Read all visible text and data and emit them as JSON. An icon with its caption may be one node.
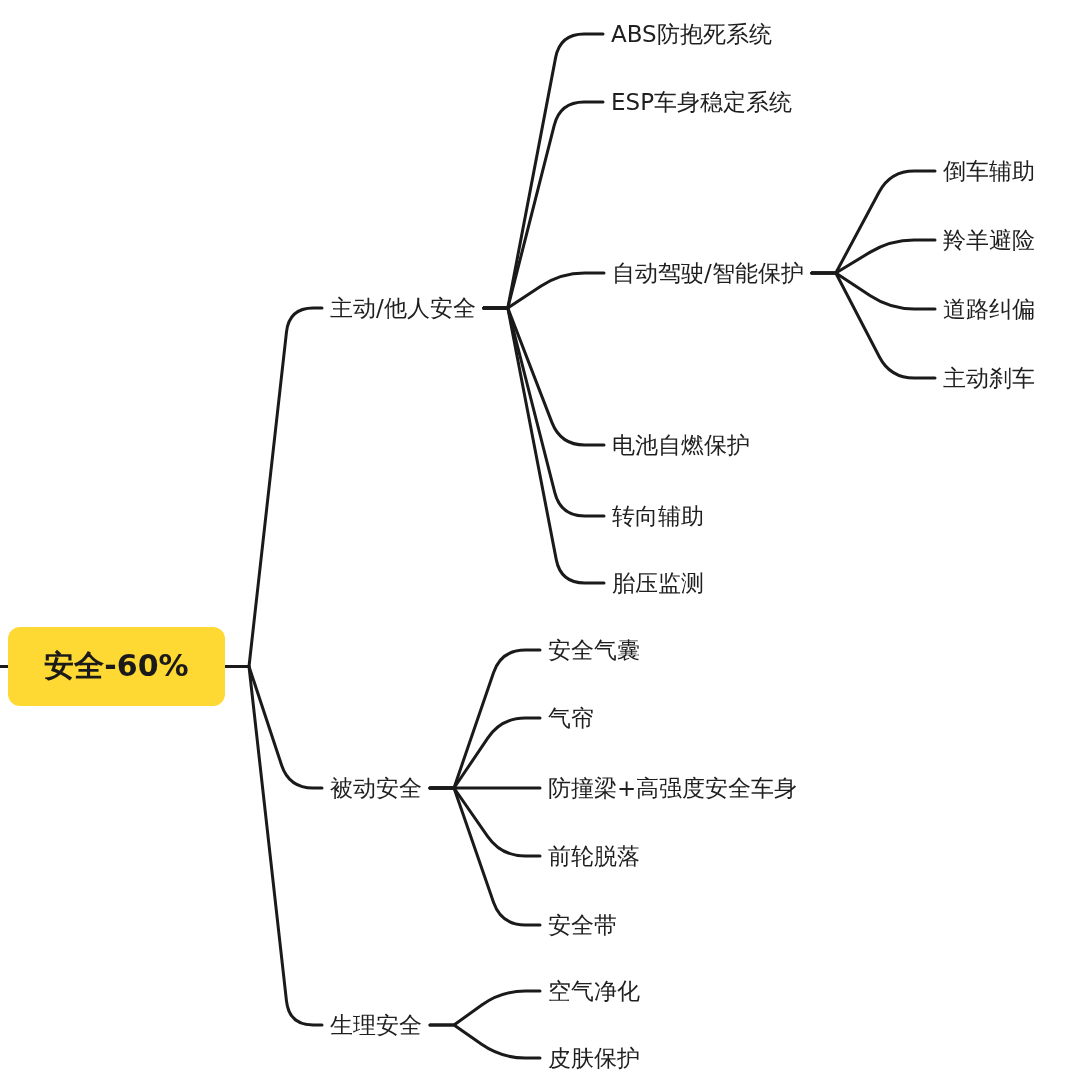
{
  "diagram": {
    "nodes": [
      {
        "text": [
          "安全-60%"
        ]
      },
      {
        "text": [
          "主动/他人安全"
        ]
      },
      {
        "text": [
          "ABS防抱死系统"
        ]
      },
      {
        "text": [
          "ESP车身稳定系统"
        ]
      },
      {
        "text": [
          "自动驾驶/智能保护"
        ]
      },
      {
        "text": [
          "倒车辅助"
        ]
      },
      {
        "text": [
          "羚羊避险"
        ]
      },
      {
        "text": [
          "道路纠偏"
        ]
      },
      {
        "text": [
          "主动刹车"
        ]
      },
      {
        "text": [
          "电池自燃保护"
        ]
      },
      {
        "text": [
          "转向辅助"
        ]
      },
      {
        "text": [
          "胎压监测"
        ]
      },
      {
        "text": [
          "被动安全"
        ]
      },
      {
        "text": [
          "安全气囊"
        ]
      },
      {
        "text": [
          "气帘"
        ]
      },
      {
        "text": [
          "防撞梁+高强度安全车身"
        ]
      },
      {
        "text": [
          "前轮脱落"
        ]
      },
      {
        "text": [
          "安全带"
        ]
      },
      {
        "text": [
          "生理安全"
        ]
      },
      {
        "text": [
          "空气净化"
        ]
      },
      {
        "text": [
          "皮肤保护"
        ]
      }
    ],
    "edges": [
      {
        "from": null,
        "to": 0,
        "arrow": "none"
      },
      {
        "from": 0,
        "to": 1,
        "arrow": "none"
      },
      {
        "from": 0,
        "to": 12,
        "arrow": "none"
      },
      {
        "from": 0,
        "to": 18,
        "arrow": "none"
      },
      {
        "from": 1,
        "to": 2,
        "arrow": "none"
      },
      {
        "from": 1,
        "to": 3,
        "arrow": "none"
      },
      {
        "from": 1,
        "to": 4,
        "arrow": "none"
      },
      {
        "from": 1,
        "to": 9,
        "arrow": "none"
      },
      {
        "from": 1,
        "to": 10,
        "arrow": "none"
      },
      {
        "from": 1,
        "to": 11,
        "arrow": "none"
      },
      {
        "from": 4,
        "to": 5,
        "arrow": "none"
      },
      {
        "from": 4,
        "to": 6,
        "arrow": "none"
      },
      {
        "from": 4,
        "to": 7,
        "arrow": "none"
      },
      {
        "from": 4,
        "to": 8,
        "arrow": "none"
      },
      {
        "from": 12,
        "to": 13,
        "arrow": "none"
      },
      {
        "from": 12,
        "to": 14,
        "arrow": "none"
      },
      {
        "from": 12,
        "to": 15,
        "arrow": "none"
      },
      {
        "from": 12,
        "to": 16,
        "arrow": "none"
      },
      {
        "from": 12,
        "to": 17,
        "arrow": "none"
      },
      {
        "from": 18,
        "to": 19,
        "arrow": "none"
      },
      {
        "from": 18,
        "to": 20,
        "arrow": "none"
      }
    ]
  }
}
